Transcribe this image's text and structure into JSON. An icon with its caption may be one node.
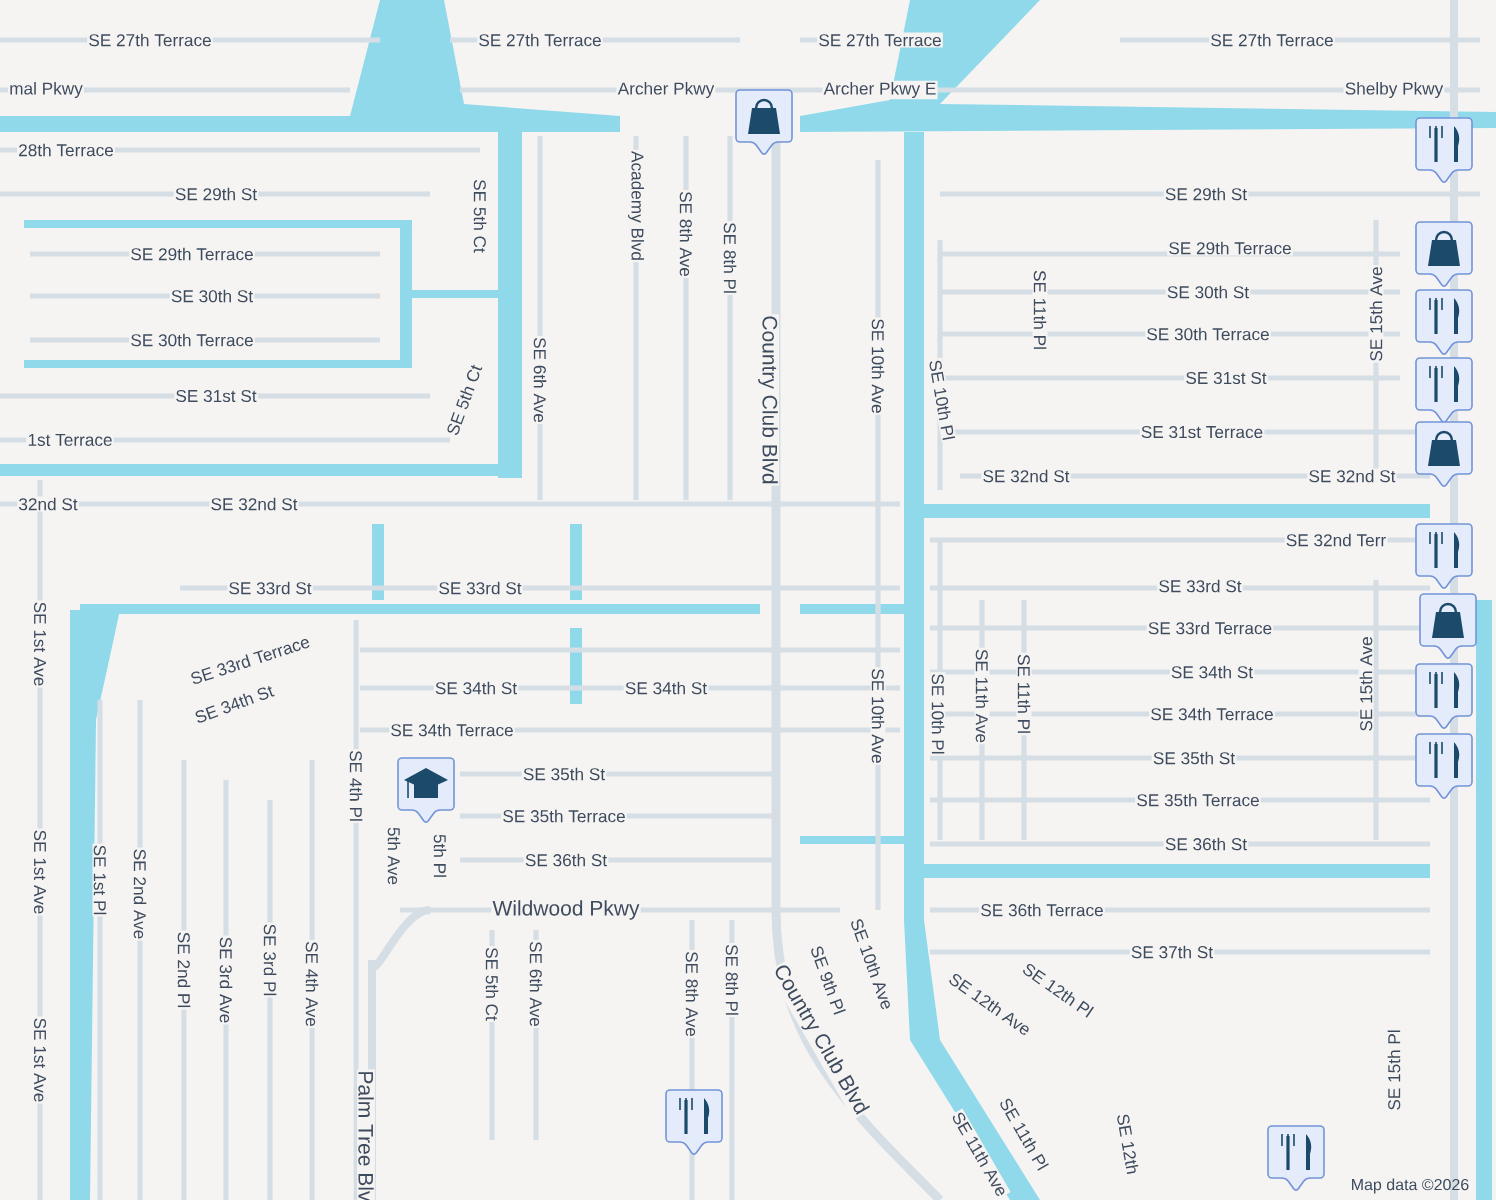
{
  "diagram": {
    "labels": [
      "SE 27th Terrace",
      "SE 27th Terrace",
      "SE 27th Terrace",
      "SE 27th Terrace",
      "mal Pkwy",
      "Archer Pkwy",
      "Archer Pkwy E",
      "Shelby Pkwy",
      "28th Terrace",
      "SE 29th St",
      "SE 29th St",
      "SE 5th Ct",
      "Academy Blvd",
      "SE 8th Ave",
      "SE 8th Pl",
      "SE 29th Terrace",
      "SE 29th Terrace",
      "SE 30th St",
      "SE 30th St",
      "SE 30th Terrace",
      "SE 30th Terrace",
      "SE 11th Pl",
      "SE 15th Ave",
      "SE 5th Ct",
      "SE 6th Ave",
      "Country Club Blvd",
      "SE 10th Ave",
      "SE 31st St",
      "SE 31st St",
      "1st Terrace",
      "SE 31st Terrace",
      "SE 10th Pl",
      "32nd St",
      "SE 32nd St",
      "SE 32nd St",
      "SE 32nd St",
      "SE 32nd Terr",
      "SE 33rd St",
      "SE 33rd St",
      "SE 33rd St",
      "SE 33rd Terrace",
      "SE 33rd Terrace",
      "SE 34th St",
      "SE 34th St",
      "SE 34th St",
      "SE 34th St",
      "SE 34th Terrace",
      "SE 34th Terrace",
      "SE 35th St",
      "SE 35th St",
      "SE 35th Terrace",
      "SE 35th Terrace",
      "SE 36th St",
      "SE 36th St",
      "SE 10th Ave",
      "SE 10th Pl",
      "SE 11th Ave",
      "SE 11th Pl",
      "SE 15th Ave",
      "SE 1st Ave",
      "SE 1st Ave",
      "SE 1st Pl",
      "SE 2nd Ave",
      "SE 1st Ave",
      "SE 4th Pl",
      "5th Ave",
      "5th Pl",
      "Wildwood Pkwy",
      "SE 2nd Pl",
      "SE 3rd Ave",
      "SE 3rd Pl",
      "SE 4th Ave",
      "Palm Tree Blv",
      "SE 5th Ct",
      "SE 6th Ave",
      "SE 8th Ave",
      "SE 8th Pl",
      "SE 36th Terrace",
      "SE 37th St",
      "SE 9th Pl",
      "SE 10th Ave",
      "Country Club Blvd",
      "SE 12th Ave",
      "SE 12th Pl",
      "SE 15th Pl",
      "SE 11th Pl",
      "SE 11th Ave",
      "SE 12th",
      "Map data ©2026"
    ]
  }
}
